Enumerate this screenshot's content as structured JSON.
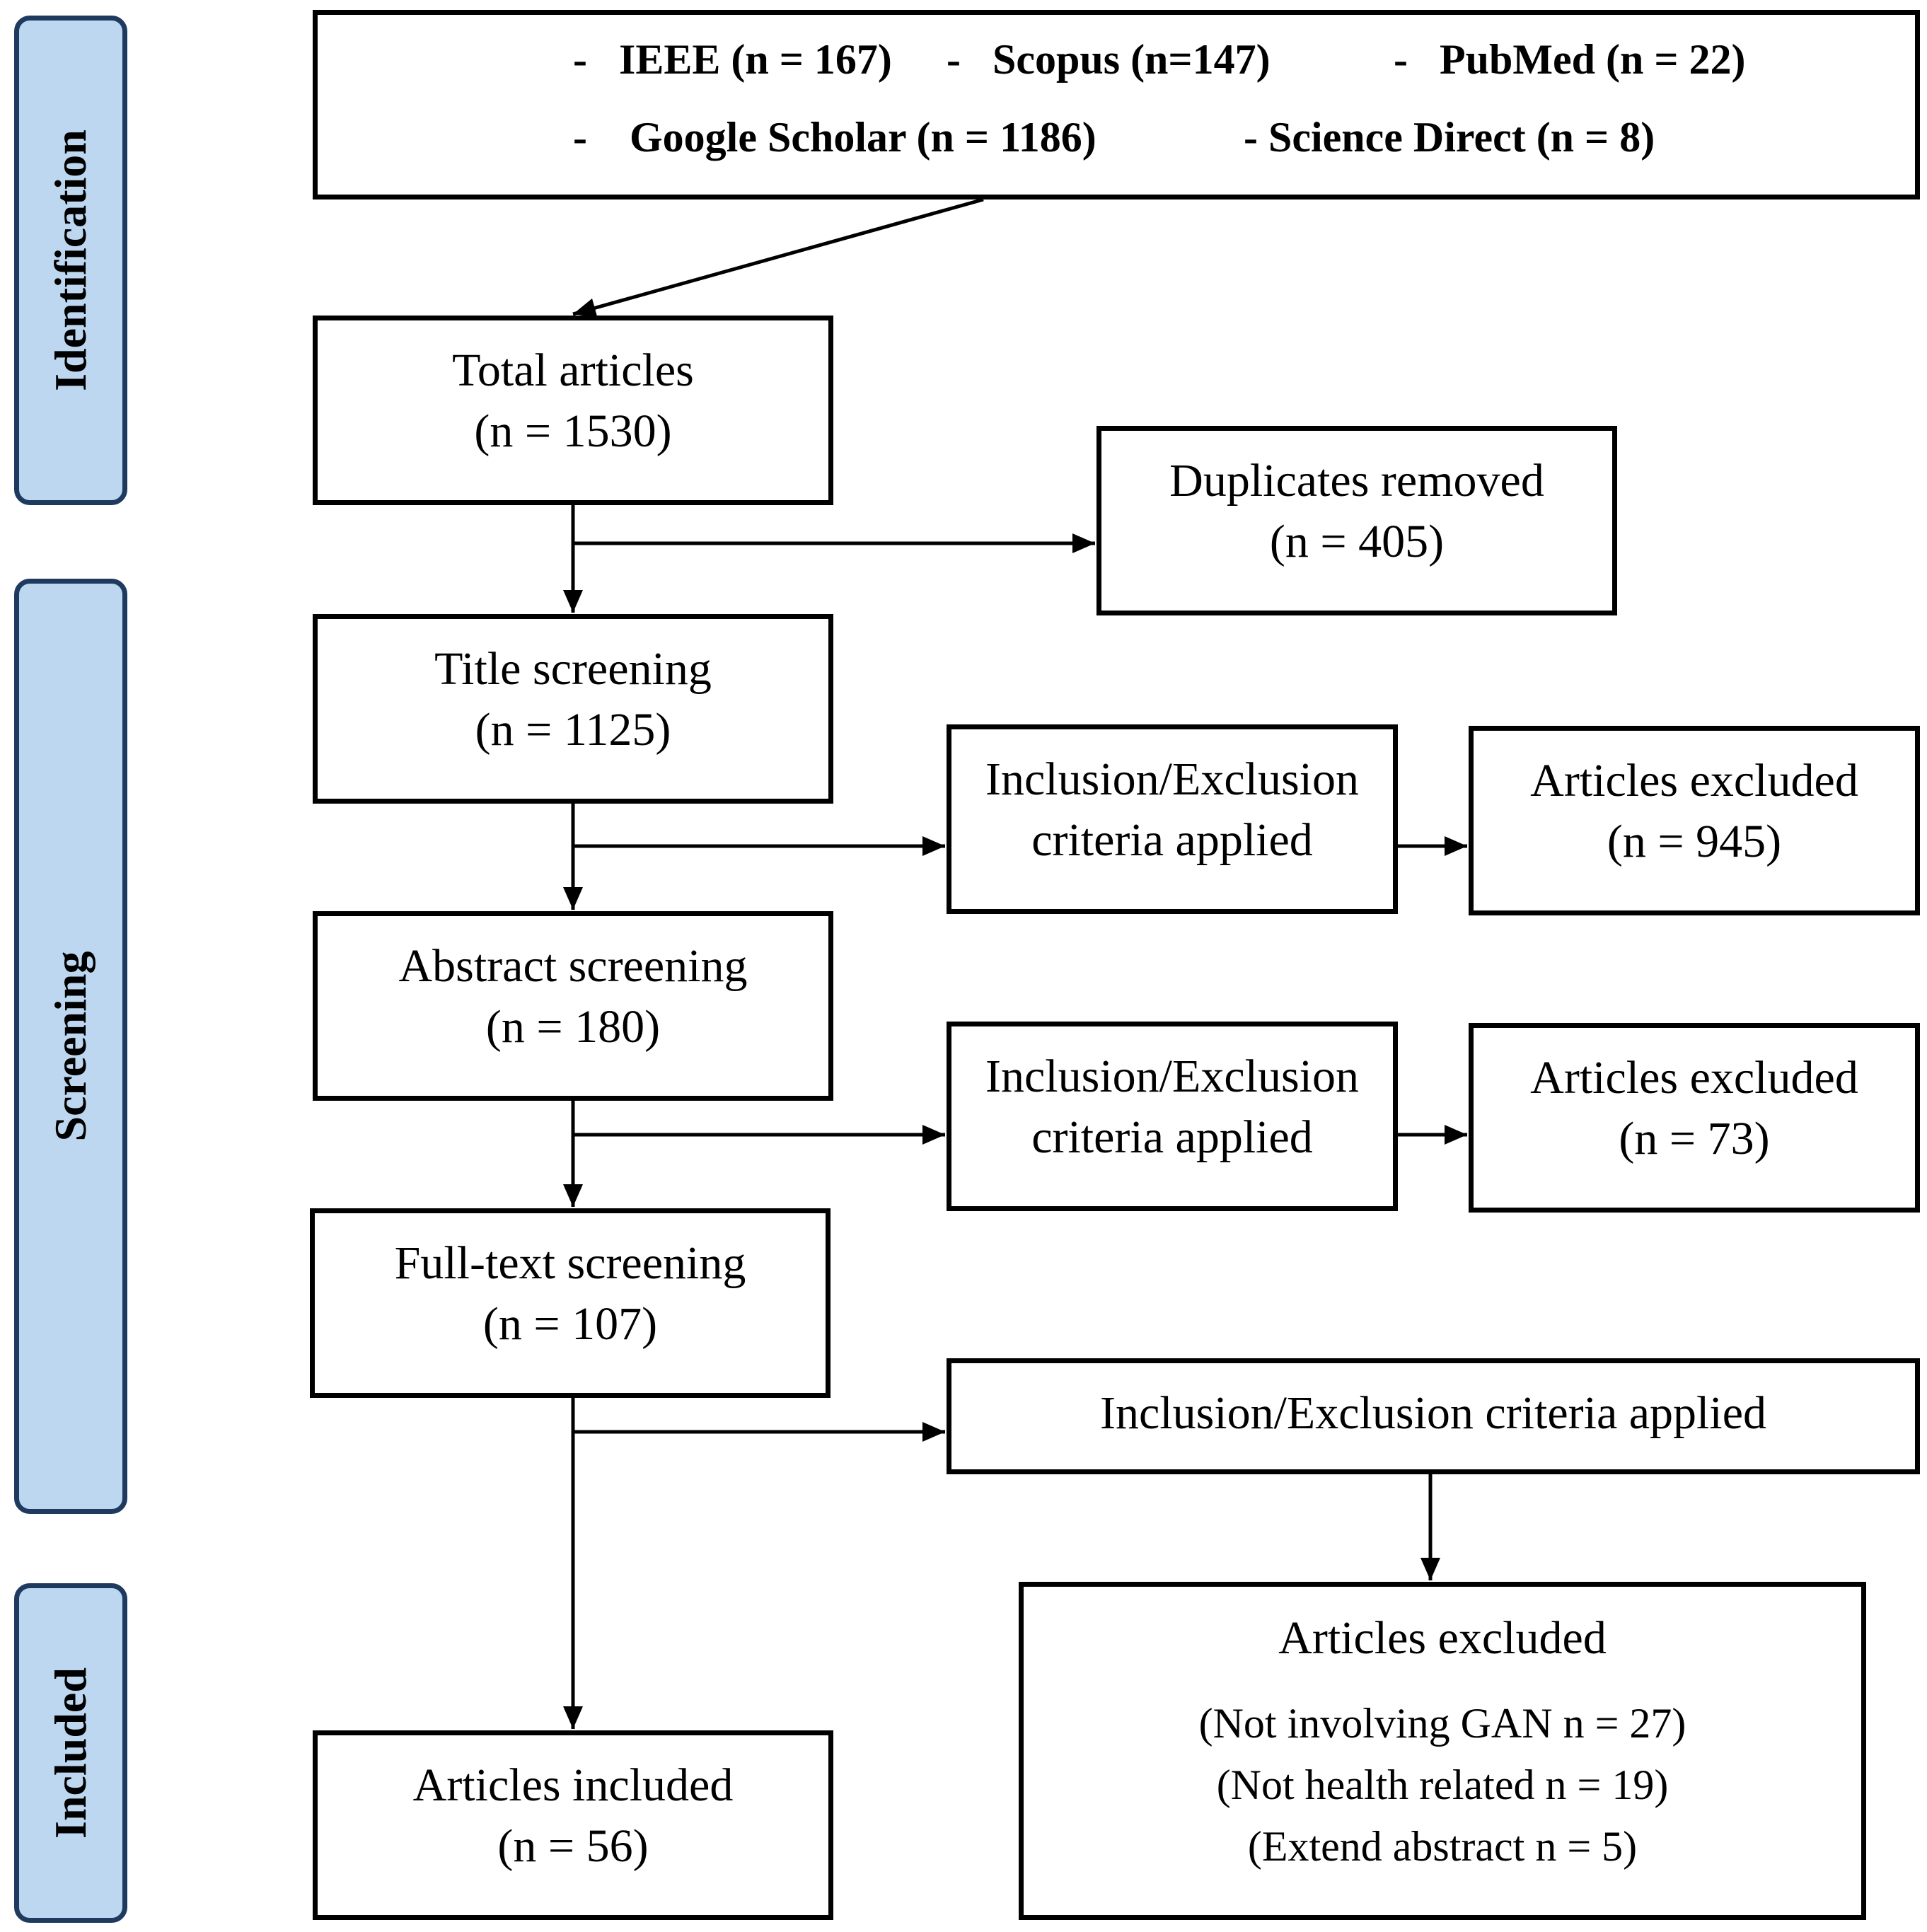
{
  "phases": {
    "identification": "Identification",
    "screening": "Screening",
    "included": "Included"
  },
  "sources": [
    {
      "dash": "-",
      "label": "IEEE (n = 167)"
    },
    {
      "dash": "-",
      "label": "Scopus (n=147)"
    },
    {
      "dash": "-",
      "label": "PubMed (n = 22)"
    },
    {
      "dash": "-",
      "label": "Google Scholar (n = 1186)"
    },
    {
      "dash": "-",
      "label": "Science Direct (n = 8)"
    }
  ],
  "boxes": {
    "total": {
      "title": "Total articles",
      "count": "(n = 1530)"
    },
    "duplicates": {
      "title": "Duplicates removed",
      "count": "(n = 405)"
    },
    "title_screening": {
      "title": "Title screening",
      "count": "(n = 1125)"
    },
    "criteria_1": {
      "line1": "Inclusion/Exclusion",
      "line2": "criteria applied"
    },
    "excluded_1": {
      "title": "Articles excluded",
      "count": "(n = 945)"
    },
    "abstract_screening": {
      "title": "Abstract screening",
      "count": "(n = 180)"
    },
    "criteria_2": {
      "line1": "Inclusion/Exclusion",
      "line2": "criteria applied"
    },
    "excluded_2": {
      "title": "Articles excluded",
      "count": "(n = 73)"
    },
    "fulltext_screening": {
      "title": "Full-text screening",
      "count": "(n = 107)"
    },
    "criteria_3": {
      "title": "Inclusion/Exclusion criteria applied"
    },
    "excluded_3": {
      "title": "Articles excluded",
      "reasons": [
        "(Not involving GAN n = 27)",
        "(Not health related n = 19)",
        "(Extend abstract n = 5)"
      ]
    },
    "included": {
      "title": "Articles included",
      "count": "(n = 56)"
    }
  }
}
